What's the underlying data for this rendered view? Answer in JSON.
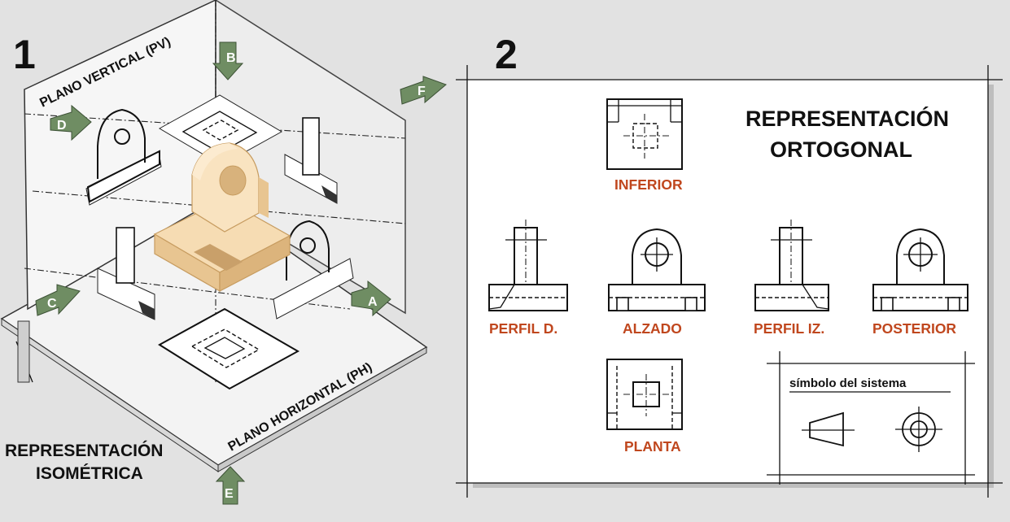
{
  "panel_left": {
    "number": "1",
    "title_line1": "REPRESENTACIÓN",
    "title_line2": "ISOMÉTRICA",
    "plane_vertical": "PLANO VERTICAL (PV)",
    "plane_horizontal": "PLANO HORIZONTAL (PH)",
    "arrows": [
      "A",
      "B",
      "C",
      "D",
      "E",
      "F"
    ]
  },
  "panel_right": {
    "number": "2",
    "title_line1": "REPRESENTACIÓN",
    "title_line2": "ORTOGONAL",
    "views": {
      "inferior": "INFERIOR",
      "perfil_d": "PERFIL D.",
      "alzado": "ALZADO",
      "perfil_iz": "PERFIL IZ.",
      "posterior": "POSTERIOR",
      "planta": "PLANTA"
    },
    "symbol_title": "símbolo del sistema"
  },
  "colors": {
    "background": "#e2e2e2",
    "label_orange": "#c0471e",
    "arrow_green": "#6f8d63",
    "solid_light": "#f6dcb3",
    "solid_shadow": "#e2be89"
  }
}
